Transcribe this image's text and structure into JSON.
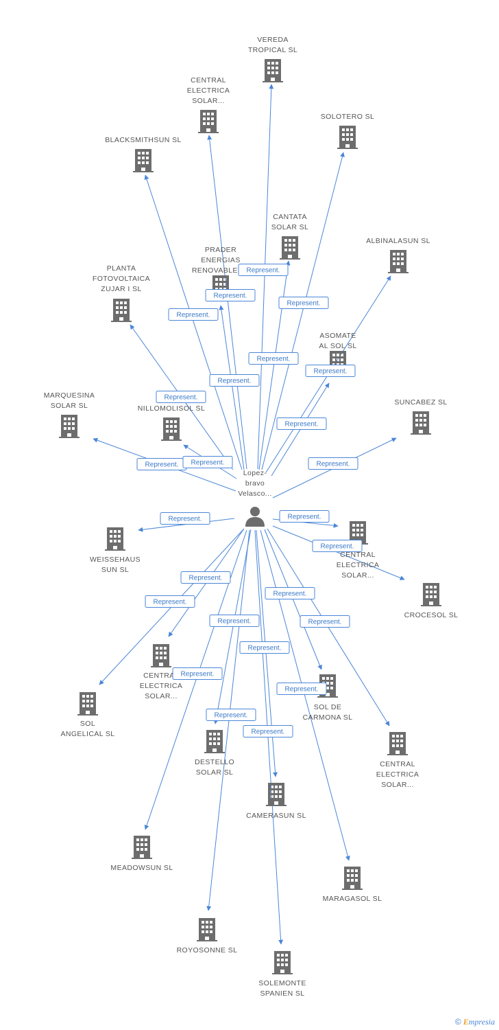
{
  "center": {
    "label": [
      "Lopez-",
      "bravo",
      "Velasco..."
    ]
  },
  "edge_label": "Represent.",
  "colors": {
    "edge": "#4a86d8",
    "icon": "#6d6d6d",
    "label": "#555555"
  },
  "companies": [
    {
      "id": "vereda",
      "label": [
        "VEREDA",
        "TROPICAL SL"
      ]
    },
    {
      "id": "central1",
      "label": [
        "CENTRAL",
        "ELECTRICA",
        "SOLAR..."
      ]
    },
    {
      "id": "solotero",
      "label": [
        "SOLOTERO SL"
      ]
    },
    {
      "id": "blacksmithsun",
      "label": [
        "BLACKSMITHSUN SL"
      ]
    },
    {
      "id": "cantata",
      "label": [
        "CANTATA",
        "SOLAR SL"
      ]
    },
    {
      "id": "albinalasun",
      "label": [
        "ALBINALASUN SL"
      ]
    },
    {
      "id": "prader",
      "label": [
        "PRADER",
        "ENERGIAS",
        "RENOVABLES..."
      ]
    },
    {
      "id": "planta",
      "label": [
        "PLANTA",
        "FOTOVOLTAICA",
        "ZUJAR I SL"
      ]
    },
    {
      "id": "asomate",
      "label": [
        "ASOMATE",
        "AL SOL SL"
      ]
    },
    {
      "id": "marquesina",
      "label": [
        "MARQUESINA",
        "SOLAR SL"
      ]
    },
    {
      "id": "nillomolisol",
      "label": [
        "NILLOMOLISOL SL"
      ]
    },
    {
      "id": "suncabez",
      "label": [
        "SUNCABEZ SL"
      ]
    },
    {
      "id": "central2",
      "label": [
        "CENTRAL",
        "ELECTRICA",
        "SOLAR..."
      ]
    },
    {
      "id": "weissehaus",
      "label": [
        "WEISSEHAUS",
        "SUN SL"
      ]
    },
    {
      "id": "crocesol",
      "label": [
        "CROCESOL SL"
      ]
    },
    {
      "id": "central3",
      "label": [
        "CENTRAL",
        "ELECTRICA",
        "SOLAR..."
      ]
    },
    {
      "id": "soldecarmona",
      "label": [
        "SOL DE",
        "CARMONA SL"
      ]
    },
    {
      "id": "solangelical",
      "label": [
        "SOL",
        "ANGELICAL SL"
      ]
    },
    {
      "id": "central4",
      "label": [
        "CENTRAL",
        "ELECTRICA",
        "SOLAR..."
      ]
    },
    {
      "id": "destello",
      "label": [
        "DESTELLO",
        "SOLAR SL"
      ]
    },
    {
      "id": "camerasun",
      "label": [
        "CAMERASUN SL"
      ]
    },
    {
      "id": "meadowsun",
      "label": [
        "MEADOWSUN SL"
      ]
    },
    {
      "id": "maragasol",
      "label": [
        "MARAGASOL SL"
      ]
    },
    {
      "id": "royosonne",
      "label": [
        "ROYOSONNE SL"
      ]
    },
    {
      "id": "solemonte",
      "label": [
        "SOLEMONTE",
        "SPANIEN SL"
      ]
    }
  ],
  "footer": {
    "copyright": "©",
    "brand_initial": "E",
    "brand_rest": "mpresia"
  }
}
